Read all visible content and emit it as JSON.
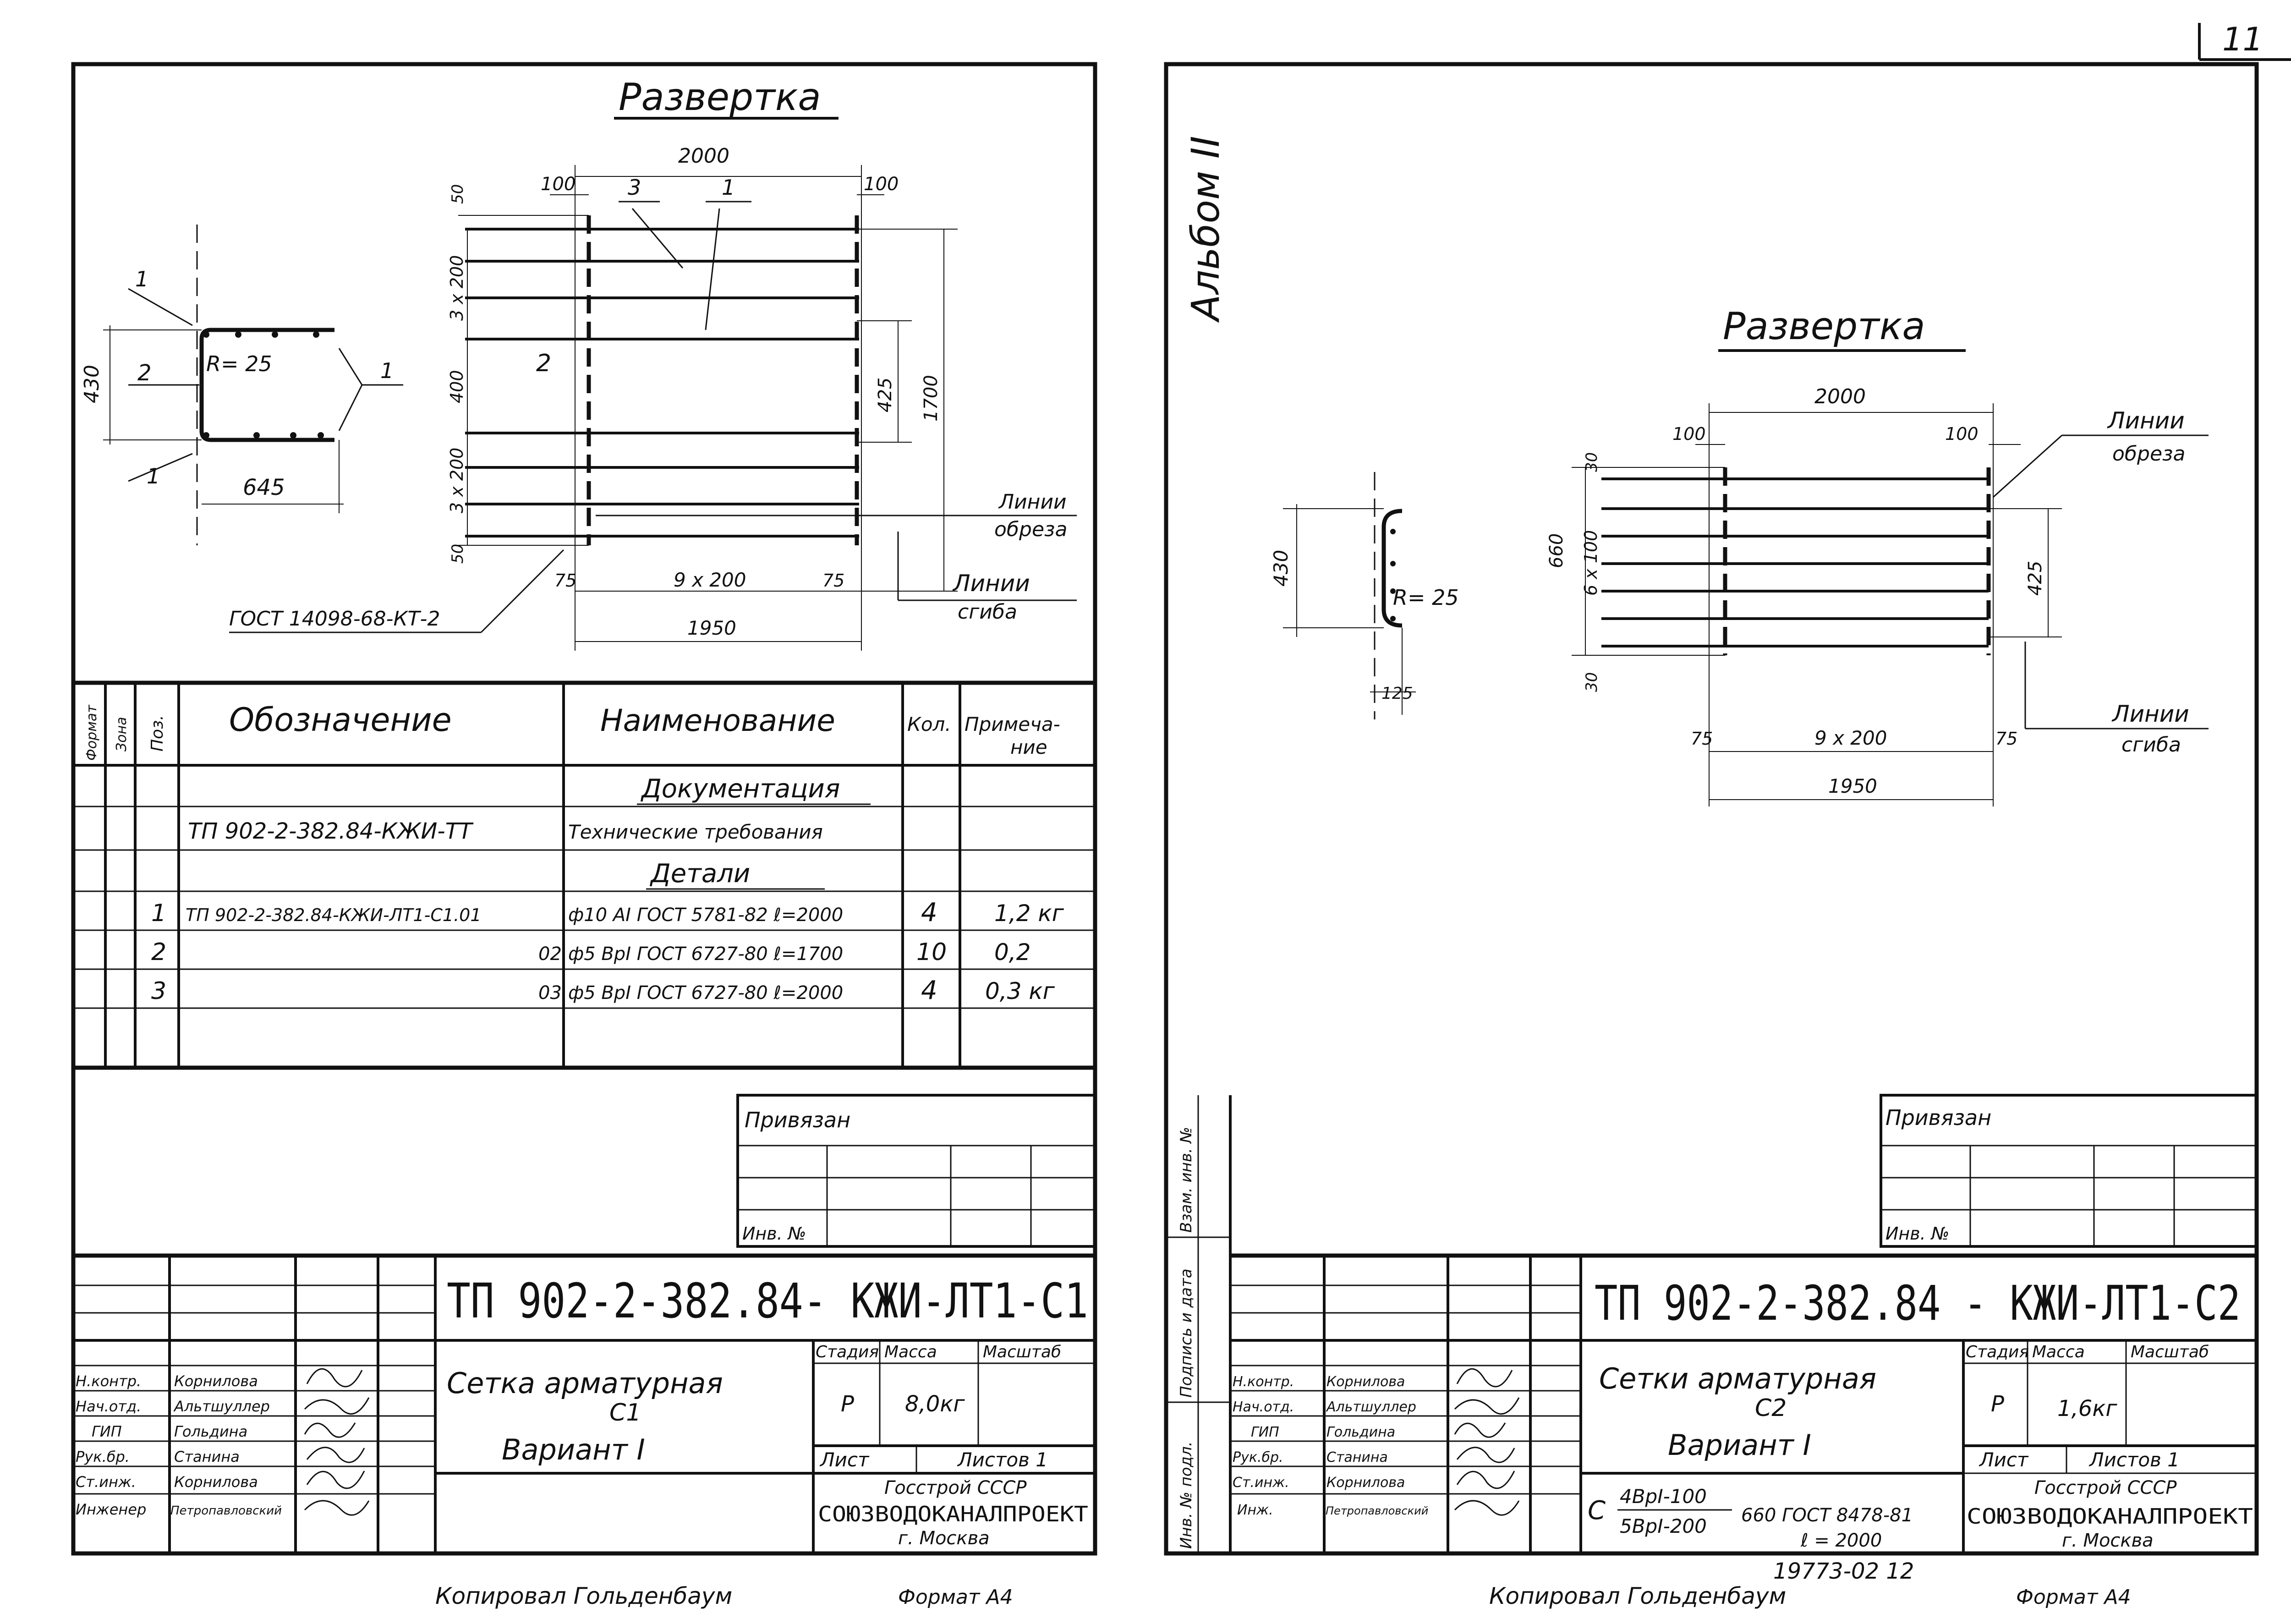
{
  "sheet_number": "11",
  "album_label": "Альбом II",
  "left": {
    "title": "Развертка",
    "dims": {
      "width_total": "2000",
      "edge_left": "100",
      "edge_right": "100",
      "pos3": "3",
      "pos1": "1",
      "pos2": "2",
      "top_50": "50",
      "rows_3x200_top": "3 x 200",
      "mid_400": "400",
      "rows_3x200_bot": "3 x 200",
      "bot_50": "50",
      "d425": "425",
      "d1700": "1700",
      "b75_l": "75",
      "b9x200": "9 x 200",
      "b75_r": "75",
      "b1950": "1950",
      "sec_430": "430",
      "sec_r": "R= 25",
      "sec_645": "645",
      "sec_pos1a": "1",
      "sec_pos1b": "1",
      "sec_pos1c": "1",
      "sec_pos2": "2"
    },
    "cut_lines": [
      "Линии",
      "обреза"
    ],
    "bend_lines": [
      "Линии",
      "сгиба"
    ],
    "gost_note": "ГОСТ 14098-68-КТ-2",
    "spec_headers": {
      "format": "Формат",
      "zone": "Зона",
      "pos": "Поз.",
      "designation": "Обозначение",
      "name": "Наименование",
      "qty": "Кол.",
      "note": "Примеча-ние"
    },
    "spec_rows": [
      {
        "pos": "",
        "designation": "",
        "name": "Документация",
        "qty": "",
        "note": ""
      },
      {
        "pos": "",
        "designation": "ТП 902-2-382.84-КЖИ-ТТ",
        "name": "Технические требования",
        "qty": "",
        "note": ""
      },
      {
        "pos": "",
        "designation": "",
        "name": "Детали",
        "qty": "",
        "note": ""
      },
      {
        "pos": "1",
        "designation": "ТП 902-2-382.84-КЖИ-ЛТ1-С1.01",
        "name": "ф10 АI ГОСТ 5781-82 ℓ=2000",
        "qty": "4",
        "note": "1,2 кг"
      },
      {
        "pos": "2",
        "designation": "02",
        "name": "ф5 ВрI ГОСТ 6727-80 ℓ=1700",
        "qty": "10",
        "note": "0,2"
      },
      {
        "pos": "3",
        "designation": "03",
        "name": "ф5 ВрI ГОСТ 6727-80 ℓ=2000",
        "qty": "4",
        "note": "0,3 кг"
      }
    ],
    "bound_label": "Привязан",
    "inv_label": "Инв. №",
    "doc_code": "ТП 902-2-382.84- КЖИ-ЛТ1-С1",
    "title_lines": [
      "Сетка арматурная",
      "С1",
      "Вариант I"
    ],
    "stage_headers": [
      "Стадия",
      "Масса",
      "Масштаб"
    ],
    "stage": "Р",
    "mass": "8,0кг",
    "sheet_label": "Лист",
    "sheets_label": "Листов 1",
    "org": [
      "Госстрой СССР",
      "СОЮЗВОДОКАНАЛПРОЕКТ",
      "г. Москва"
    ],
    "staff": [
      {
        "role": "Н.контр.",
        "name": "Корнилова"
      },
      {
        "role": "Нач.отд.",
        "name": "Альтшуллер"
      },
      {
        "role": "ГИП",
        "name": "Гольдина"
      },
      {
        "role": "Рук.бр.",
        "name": "Станина"
      },
      {
        "role": "Ст.инж.",
        "name": "Корнилова"
      },
      {
        "role": "Инженер",
        "name": "Петропавловский"
      }
    ],
    "footer_copied": "Копировал Гольденбаум",
    "footer_format": "Формат А4"
  },
  "right": {
    "title": "Развертка",
    "dims": {
      "width_total": "2000",
      "edge_left": "100",
      "edge_right": "100",
      "top_30": "30",
      "rows_660": "660",
      "rows_6x100": "6 x 100",
      "bot_30": "30",
      "d425": "425",
      "b75_l": "75",
      "b9x200": "9 x 200",
      "b75_r": "75",
      "b1950": "1950",
      "sec_430": "430",
      "sec_r": "R= 25",
      "sec_125": "125"
    },
    "cut_lines": [
      "Линии",
      "обреза"
    ],
    "bend_lines": [
      "Линии",
      "сгиба"
    ],
    "bound_label": "Привязан",
    "inv_label": "Инв. №",
    "side_stamp": [
      "Инв. № подл.",
      "Подпись и дата",
      "Взам. инв. №"
    ],
    "doc_code": "ТП 902-2-382.84 - КЖИ-ЛТ1-С2",
    "title_lines": [
      "Сетки арматурная",
      "С2",
      "Вариант I"
    ],
    "mesh_formula": {
      "prefix": "С",
      "num": "4ВрI-100",
      "den": "5ВрI-200",
      "rest": "660 ГОСТ 8478-81",
      "length": "ℓ = 2000"
    },
    "stage_headers": [
      "Стадия",
      "Масса",
      "Масштаб"
    ],
    "stage": "Р",
    "mass": "1,6кг",
    "sheet_label": "Лист",
    "sheets_label": "Листов 1",
    "org": [
      "Госстрой СССР",
      "СОЮЗВОДОКАНАЛПРОЕКТ",
      "г. Москва"
    ],
    "staff": [
      {
        "role": "Н.контр.",
        "name": "Корнилова"
      },
      {
        "role": "Нач.отд.",
        "name": "Альтшуллер"
      },
      {
        "role": "ГИП",
        "name": "Гольдина"
      },
      {
        "role": "Рук.бр.",
        "name": "Станина"
      },
      {
        "role": "Ст.инж.",
        "name": "Корнилова"
      },
      {
        "role": "Инж.",
        "name": "Петропавловский"
      }
    ],
    "archive_no": "19773-02 12",
    "footer_copied": "Копировал Гольденбаум",
    "footer_format": "Формат А4"
  }
}
